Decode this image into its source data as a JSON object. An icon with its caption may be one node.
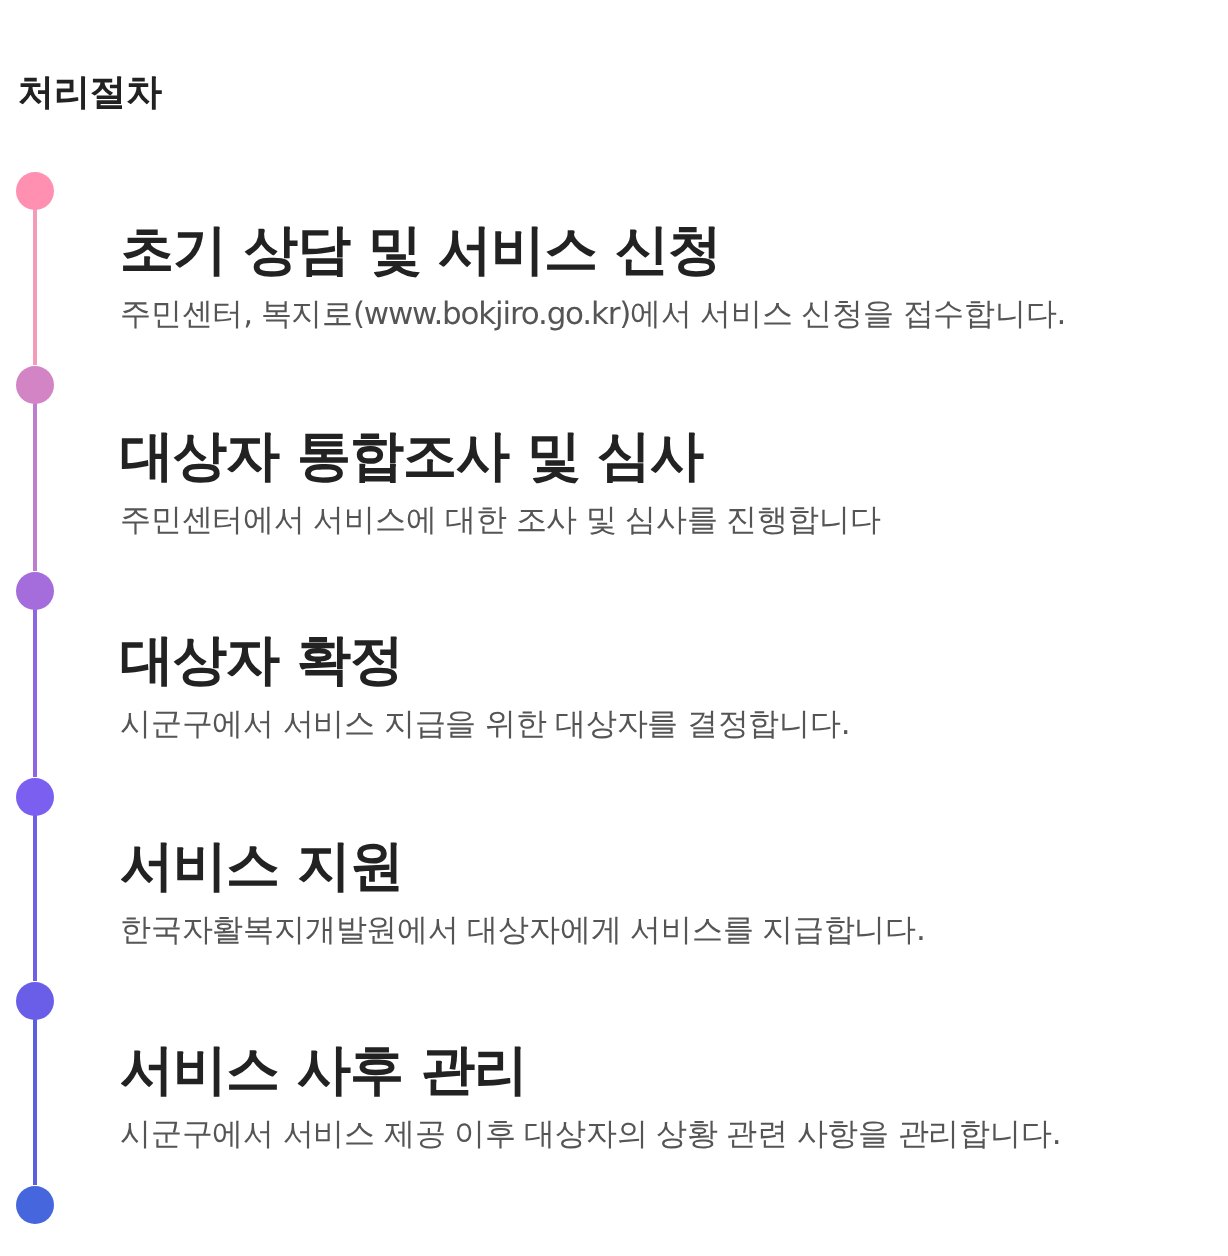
{
  "diagram": {
    "title": "처리절차",
    "nodes": [
      {
        "text": [],
        "shape": "circle"
      },
      {
        "text": [
          "초기 상담 및 서비스 신청",
          "주민센터, 복지로(www.bokjiro.go.kr)에서 서비스 신청을 접수합니다."
        ]
      },
      {
        "text": [],
        "shape": "circle"
      },
      {
        "text": [
          "대상자 통합조사 및 심사",
          "주민센터에서 서비스에 대한 조사 및 심사를 진행합니다"
        ]
      },
      {
        "text": [],
        "shape": "circle"
      },
      {
        "text": [
          "대상자 확정",
          "시군구에서 서비스 지급을 위한 대상자를 결정합니다."
        ]
      },
      {
        "text": [],
        "shape": "circle"
      },
      {
        "text": [
          "서비스 지원",
          "한국자활복지개발원에서 대상자에게 서비스를 지급합니다."
        ]
      },
      {
        "text": [],
        "shape": "circle"
      },
      {
        "text": [
          "서비스 사후 관리",
          "시군구에서 서비스 제공 이후 대상자의 상황 관련 사항을 관리합니다."
        ]
      },
      {
        "text": [],
        "shape": "circle"
      }
    ],
    "edges": [
      {
        "from": 0,
        "to": 2,
        "arrow": "none",
        "color": "#f59ab8"
      },
      {
        "from": 2,
        "to": 4,
        "arrow": "none",
        "color": "#bd7ed2"
      },
      {
        "from": 4,
        "to": 6,
        "arrow": "none",
        "color": "#8f66e2"
      },
      {
        "from": 6,
        "to": 8,
        "arrow": "none",
        "color": "#6f5ee8"
      },
      {
        "from": 8,
        "to": 10,
        "arrow": "none",
        "color": "#5a5fe0"
      }
    ]
  }
}
